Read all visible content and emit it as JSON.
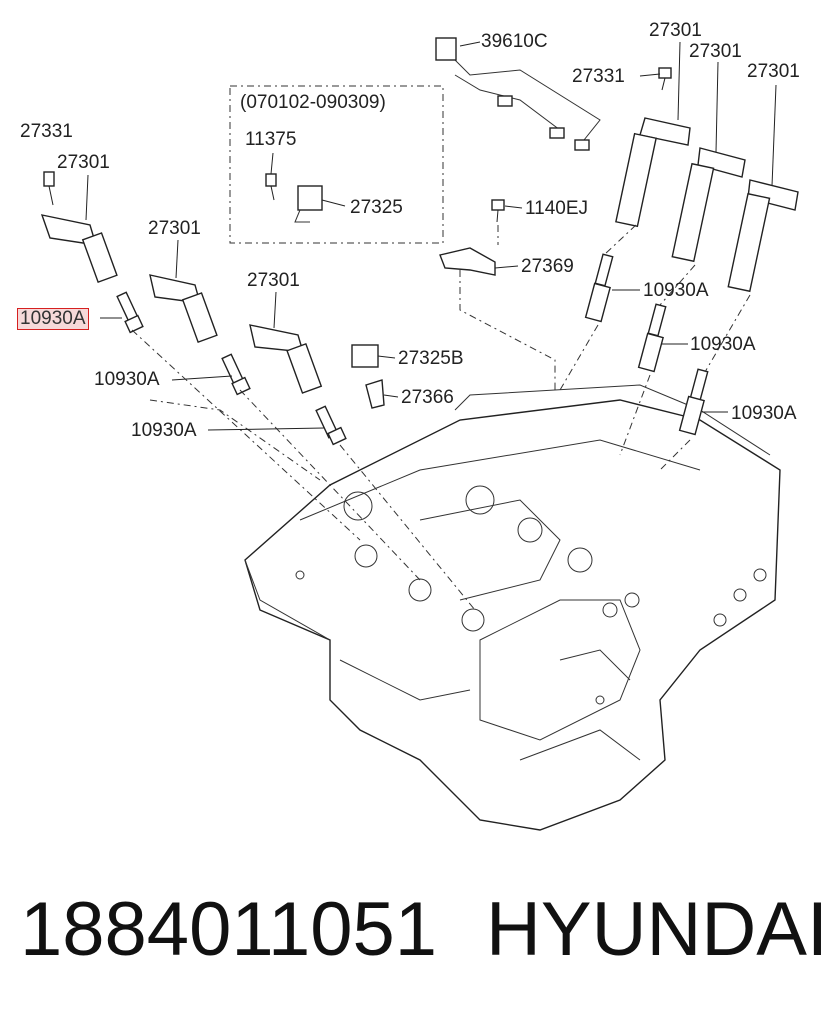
{
  "diagram": {
    "labels": {
      "l39610C": "39610C",
      "l27331_top": "27331",
      "l27301_tr1": "27301",
      "l27301_tr2": "27301",
      "l27301_tr3": "27301",
      "l27331_left": "27331",
      "l27301_left": "27301",
      "l27301_mid": "27301",
      "l27301_low": "27301",
      "date_range": "(070102-090309)",
      "l11375": "11375",
      "l27325": "27325",
      "l1140EJ": "1140EJ",
      "l27369": "27369",
      "l10930A_hl": "10930A",
      "l10930A_r1": "10930A",
      "l10930A_r2": "10930A",
      "l10930A_r3": "10930A",
      "l10930A_l1": "10930A",
      "l10930A_l2": "10930A",
      "l27325B": "27325B",
      "l27366": "27366"
    },
    "highlight_color": "#d62020"
  },
  "footer": {
    "part_number": "1884011051",
    "brand": "HYUNDAI"
  }
}
